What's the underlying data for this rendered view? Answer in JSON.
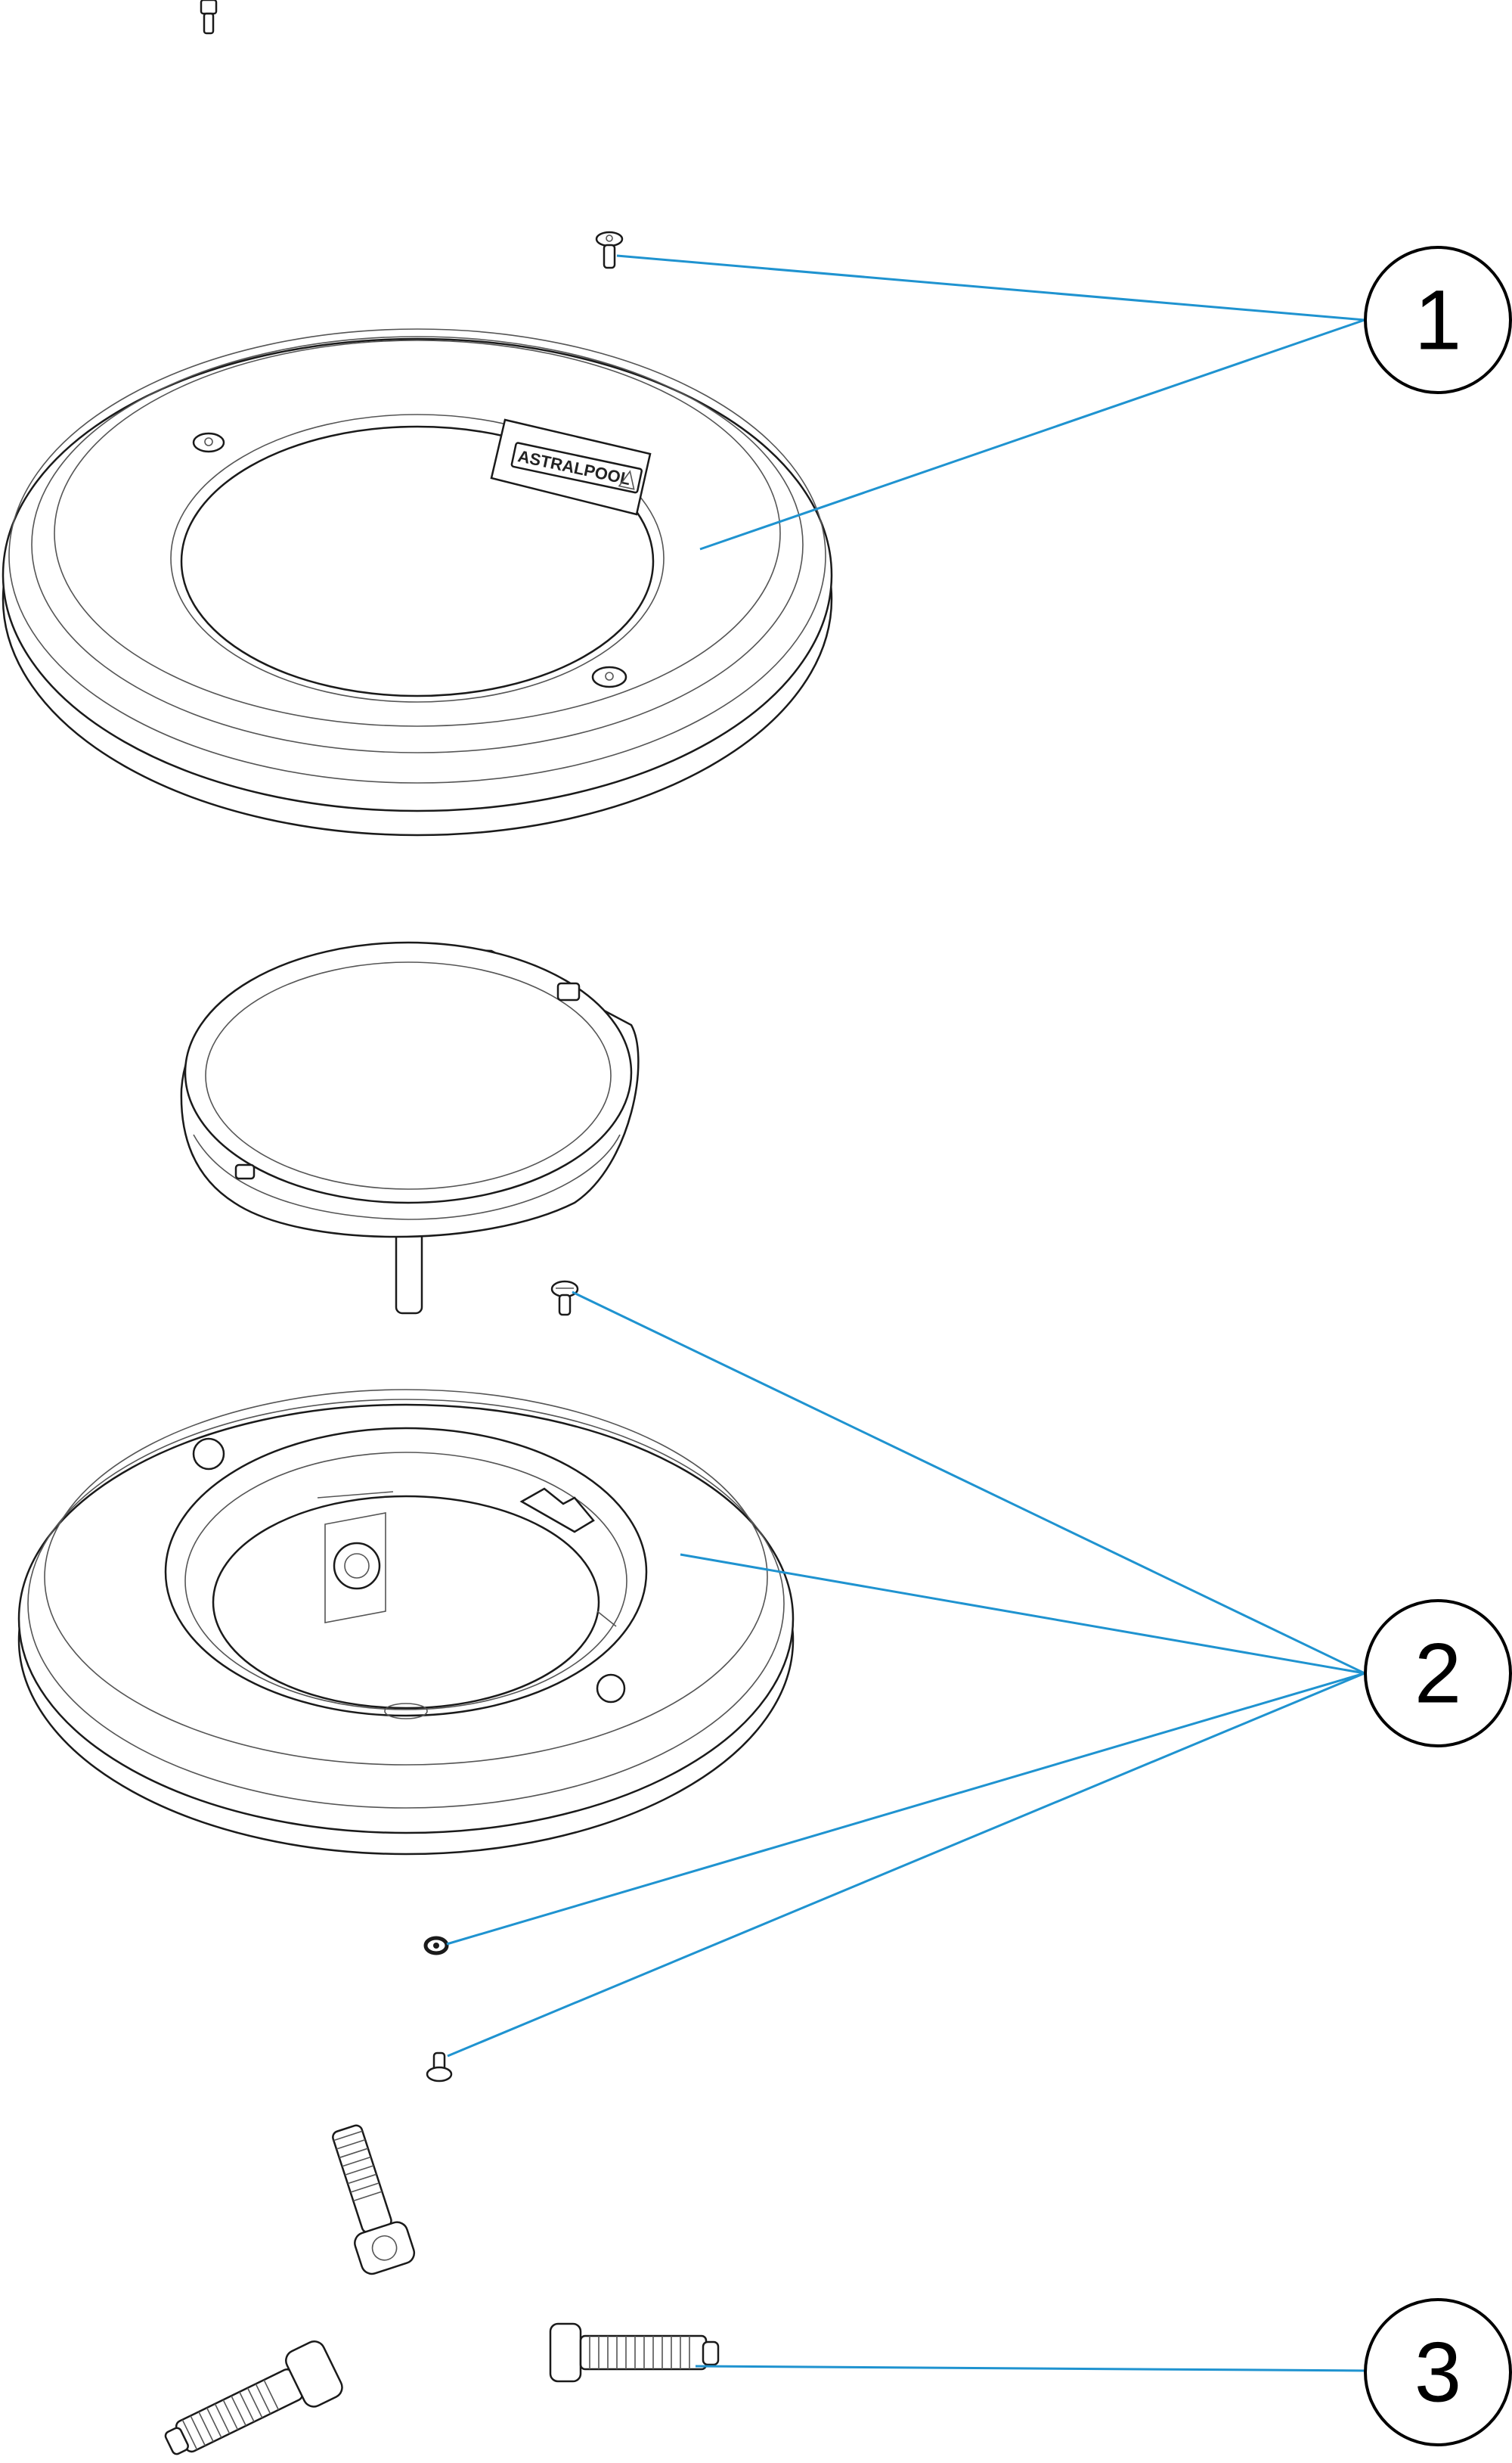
{
  "colors": {
    "leader": "#1f93d0",
    "outline": "#1a1a1a"
  },
  "brand": {
    "logo_text": "ASTRALPOOL"
  },
  "callouts": [
    {
      "label": "1"
    },
    {
      "label": "2"
    },
    {
      "label": "3"
    }
  ]
}
